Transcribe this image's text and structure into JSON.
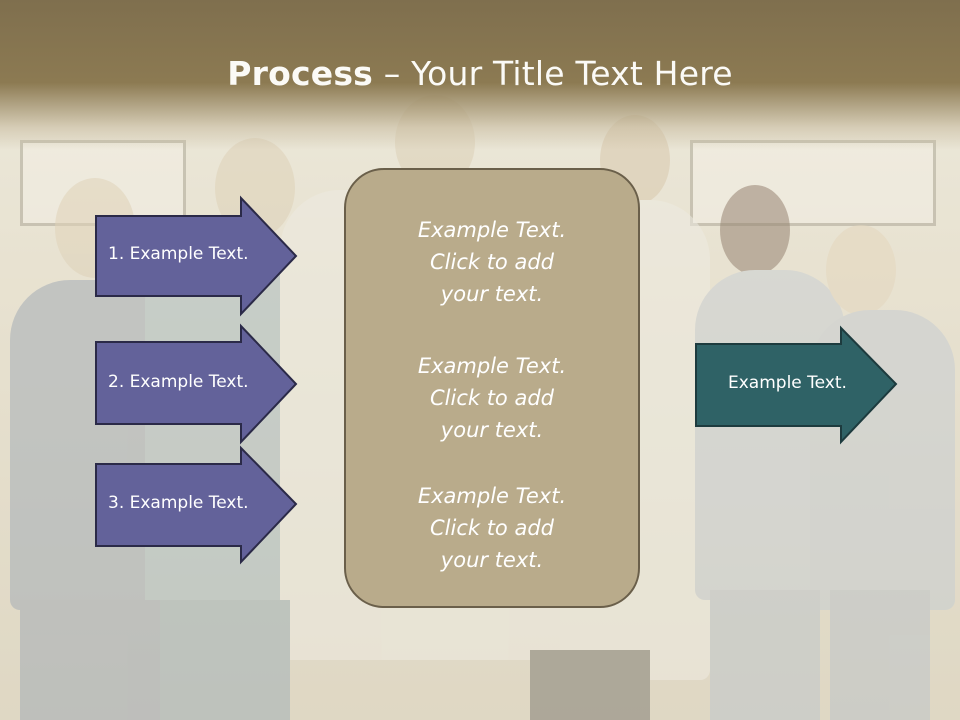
{
  "slide": {
    "title_bold": "Process",
    "title_rest": " – Your Title Text Here"
  },
  "inputs": [
    {
      "label": "1. Example Text."
    },
    {
      "label": "2. Example Text."
    },
    {
      "label": "3. Example Text."
    }
  ],
  "center": {
    "items": [
      {
        "text": "Example Text.\nClick  to add\nyour text."
      },
      {
        "text": "Example Text.\nClick  to add\nyour text."
      },
      {
        "text": "Example Text.\nClick  to add\nyour text."
      }
    ]
  },
  "output": {
    "label": "Example Text."
  },
  "colors": {
    "input_arrow_fill": "#63629a",
    "input_arrow_stroke": "#2b2a48",
    "output_arrow_fill": "#2f6266",
    "output_arrow_stroke": "#1d3b3e",
    "center_fill": "#b9ab8b",
    "title_band": "#8c7a52"
  }
}
